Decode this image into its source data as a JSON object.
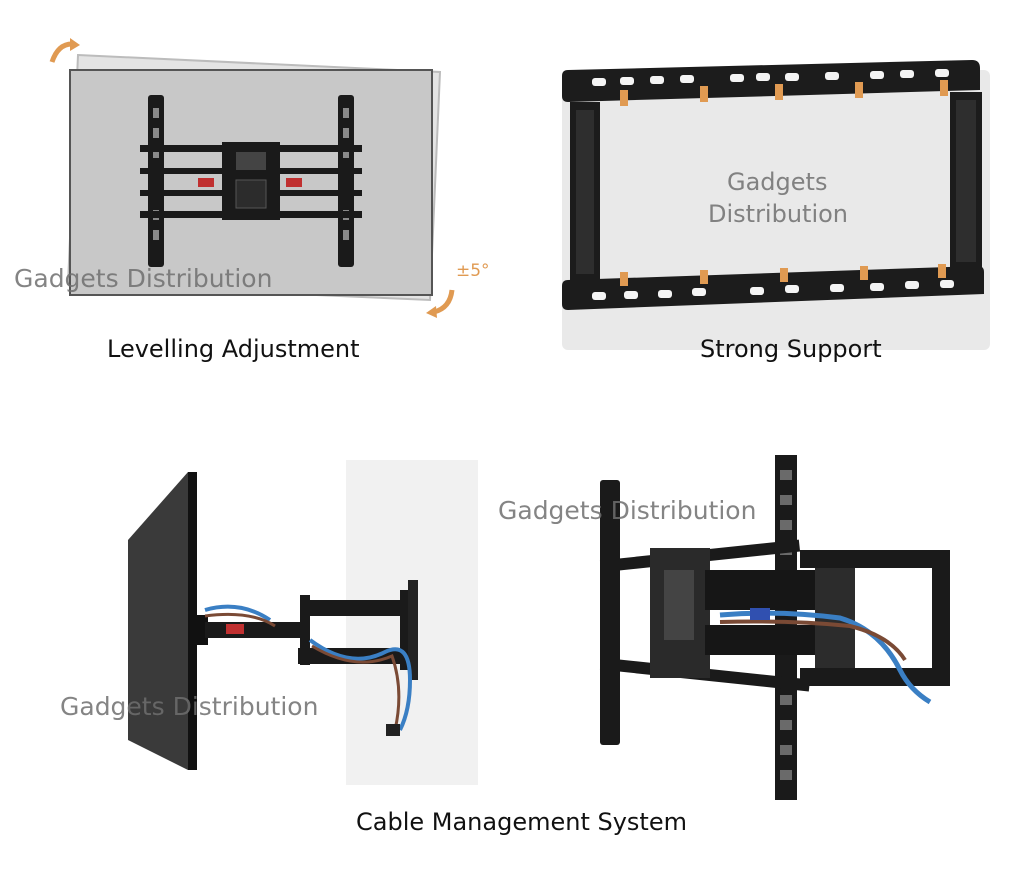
{
  "panels": {
    "levelling": {
      "caption": "Levelling Adjustment",
      "tilt_label": "±5°",
      "watermark": "Gadgets Distribution"
    },
    "support": {
      "caption": "Strong Support",
      "watermark_line1": "Gadgets",
      "watermark_line2": "Distribution"
    },
    "cable": {
      "caption": "Cable Management System",
      "watermark_left": "Gadgets Distribution",
      "watermark_right": "Gadgets Distribution"
    }
  },
  "colors": {
    "mount_black": "#1a1a1a",
    "accent_orange": "#e09a52",
    "cable_blue": "#3a7fc4",
    "cable_brown": "#7a4a35",
    "wall_grey": "#f1f1f1"
  }
}
